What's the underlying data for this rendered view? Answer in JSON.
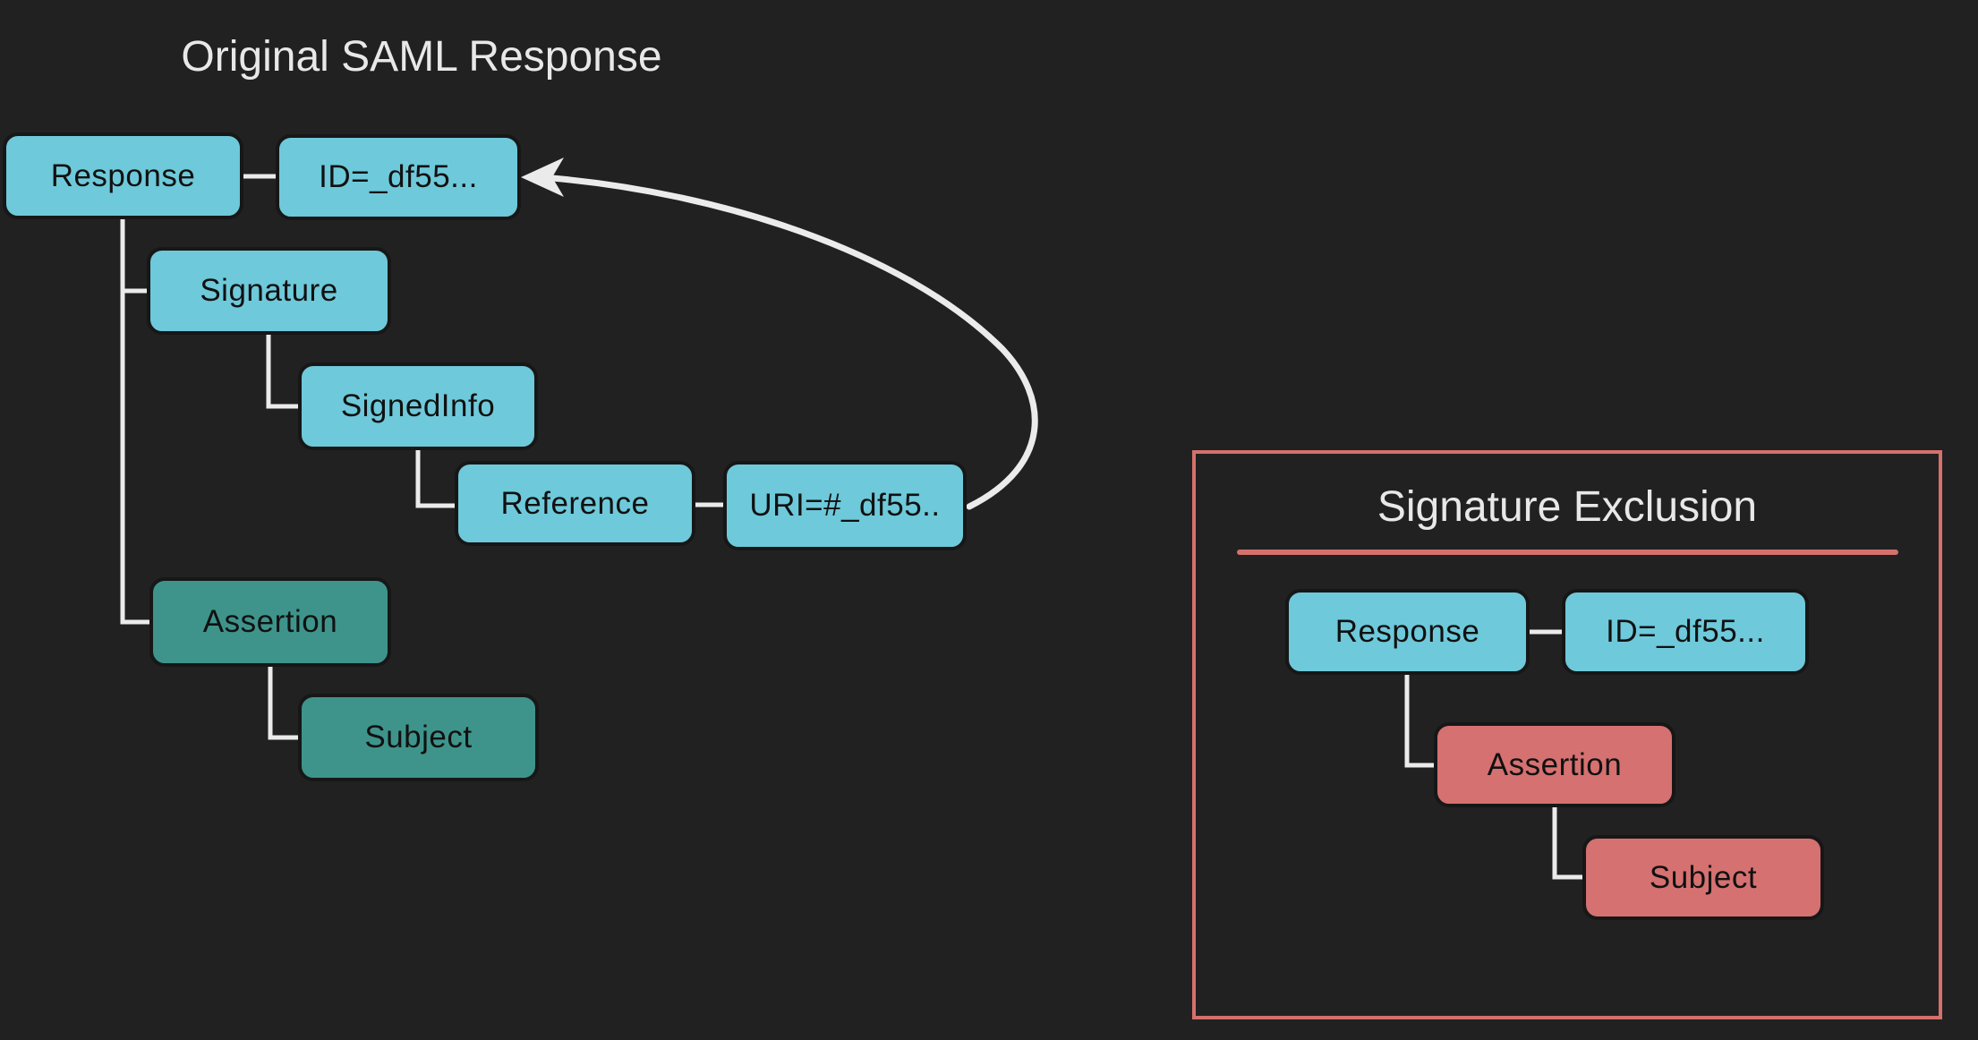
{
  "colors": {
    "background": "#212121",
    "node-fill-cyan": "#6ec9da",
    "node-fill-green": "#3e948b",
    "node-fill-red": "#d57170",
    "node-text": "#111111",
    "connector": "#ebebeb",
    "panel-accent": "#d4716c",
    "title-text": "#e8e8e8"
  },
  "left_diagram": {
    "title": "Original SAML Response",
    "nodes": {
      "response": "Response",
      "id_attribute": "ID=_df55...",
      "signature": "Signature",
      "signed_info": "SignedInfo",
      "reference": "Reference",
      "uri_attribute": "URI=#_df55..",
      "assertion": "Assertion",
      "subject": "Subject"
    }
  },
  "exclusion_panel": {
    "title": "Signature Exclusion",
    "nodes": {
      "response": "Response",
      "id_attribute": "ID=_df55...",
      "assertion": "Assertion",
      "subject": "Subject"
    }
  }
}
